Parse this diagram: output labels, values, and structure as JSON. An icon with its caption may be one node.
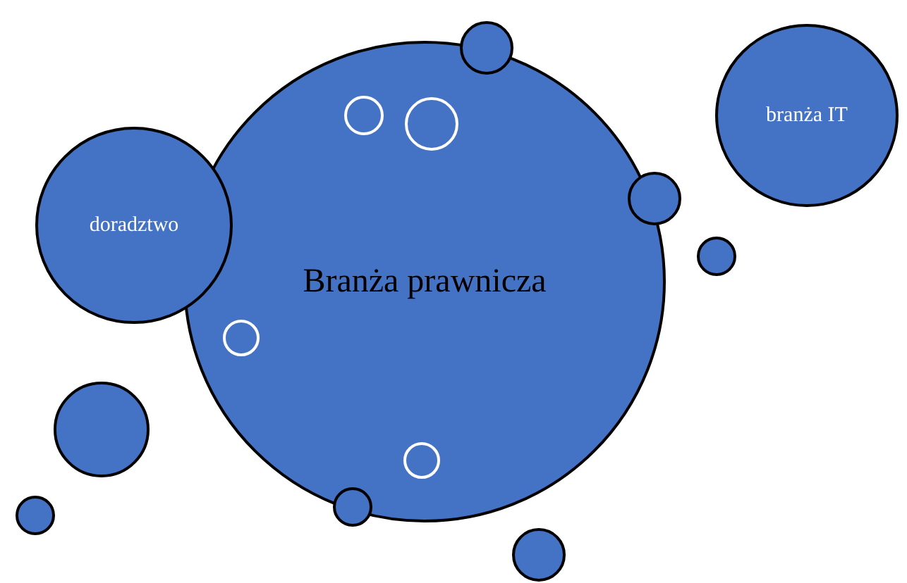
{
  "diagram": {
    "nodes": [
      {
        "text": [
          "Branża prawnicza"
        ]
      },
      {
        "text": [
          "doradztwo"
        ]
      },
      {
        "text": [
          "branża IT"
        ]
      },
      {
        "text": [],
        "shape": "circle"
      },
      {
        "text": [],
        "shape": "circle"
      },
      {
        "text": [],
        "shape": "circle"
      },
      {
        "text": [],
        "shape": "circle"
      },
      {
        "text": [],
        "shape": "circle"
      },
      {
        "text": [],
        "shape": "circle"
      },
      {
        "text": [],
        "shape": "circle"
      },
      {
        "text": [],
        "shape": "circle",
        "in": 0
      },
      {
        "text": [],
        "shape": "circle",
        "in": 0
      },
      {
        "text": [],
        "shape": "circle",
        "in": 0
      },
      {
        "text": [],
        "shape": "circle",
        "in": 0
      }
    ]
  }
}
